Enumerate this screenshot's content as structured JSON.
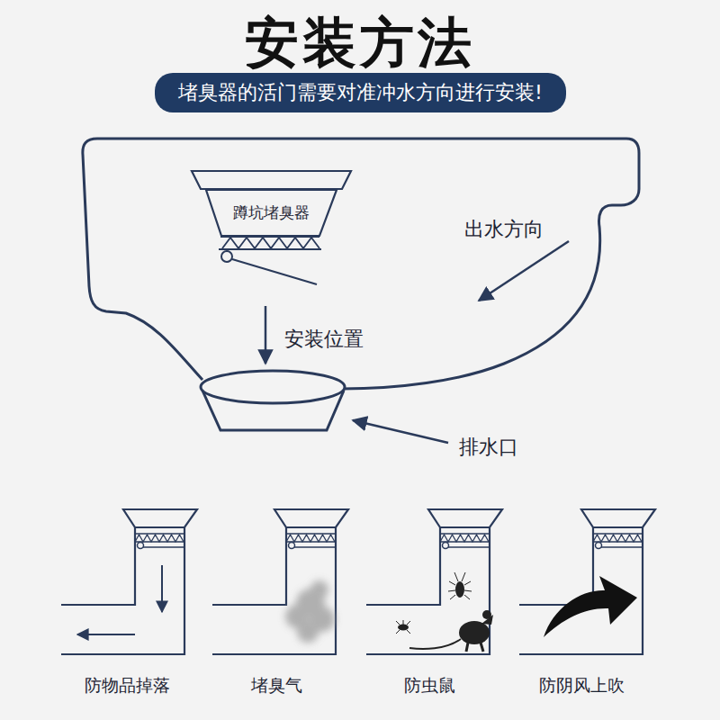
{
  "diagram": {
    "title": "安装方法",
    "nodes": [
      {
        "text": [
          "堵臭器的活门需要对准冲水方向进行安装!"
        ]
      },
      {
        "text": [
          "蹲坑堵臭器"
        ]
      }
    ],
    "labels": [
      "出水方向",
      "安装位置",
      "排水口",
      "防物品掉落",
      "堵臭气",
      "防虫鼠",
      "防阴风上吹"
    ]
  }
}
